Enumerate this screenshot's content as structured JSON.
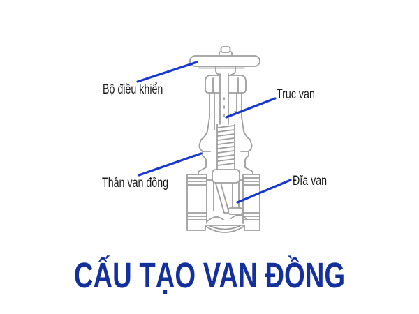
{
  "diagram": {
    "kind": "labeled technical diagram",
    "subject": "brass valve cross-section",
    "labels": [
      {
        "text": "Bộ điều khiển",
        "target": "handwheel"
      },
      {
        "text": "Trục van",
        "target": "valve-stem"
      },
      {
        "text": "Thân van đồng",
        "target": "valve-body"
      },
      {
        "text": "Đĩa van",
        "target": "valve-disc"
      }
    ],
    "title": "CẤU TẠO VAN ĐỒNG"
  },
  "colors": {
    "background": "#ffffff",
    "leader_line": "#1737d1",
    "label_text": "#1b1b1b",
    "title_text": "#14309c",
    "drawing_stroke": "#9e9e9e"
  }
}
